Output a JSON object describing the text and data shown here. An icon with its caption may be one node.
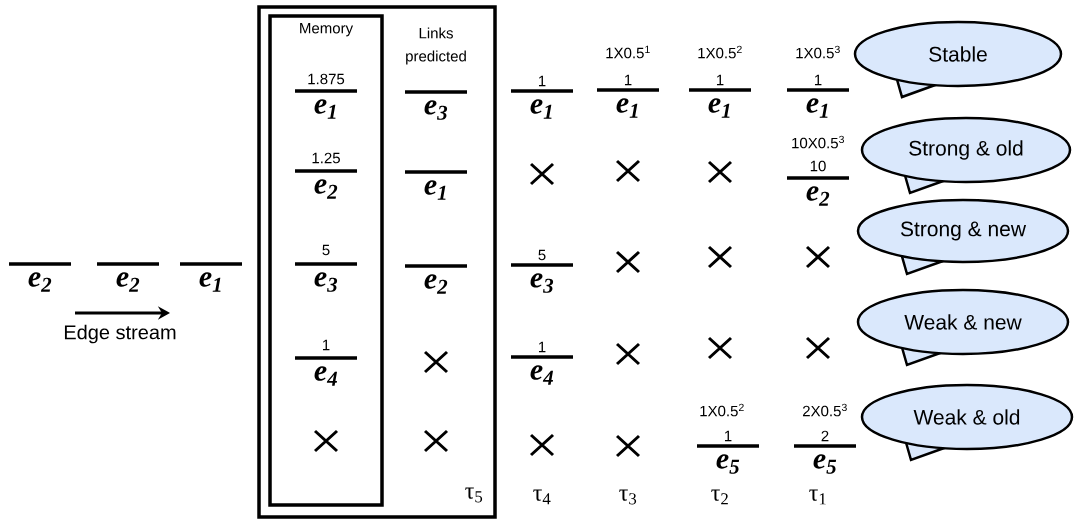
{
  "diagram": {
    "nodes": [
      {
        "text": [],
        "shape": "box"
      },
      {
        "text": [
          "Memory"
        ],
        "in": 0
      },
      {
        "text": [
          "Stable"
        ]
      },
      {
        "text": [
          "Strong & old"
        ]
      },
      {
        "text": [
          "Strong & new"
        ]
      },
      {
        "text": [
          "Weak & new"
        ]
      },
      {
        "text": [
          "Weak & old"
        ]
      }
    ],
    "labels": [
      "Links predicted",
      "1X0.5$^{1}$",
      "1X0.5$^{2}$",
      "1X0.5$^{3}$",
      "1.875",
      "e$_{1}$",
      "e$_{3}$",
      "1",
      "e$_{1}$",
      "1",
      "e$_{1}$",
      "1",
      "e$_{1}$",
      "1",
      "e$_{1}$",
      "10X0.5$^{3}$",
      "1.25",
      "e$_{2}$",
      "e$_{1}$",
      "10",
      "e$_{2}$",
      "e$_{2}$",
      "e$_{2}$",
      "e$_{1}$",
      "5",
      "e$_{3}$",
      "e$_{2}$",
      "5",
      "e$_{3}$",
      "Edge stream",
      "1",
      "e$_{4}$",
      "1",
      "e$_{4}$",
      "1X0.5$^{2}$",
      "2X0.5$^{3}$",
      "1",
      "e$_{5}$",
      "2",
      "e$_{5}$",
      "τ$_{5}$",
      "τ$_{4}$",
      "τ$_{3}$",
      "τ$_{2}$",
      "τ$_{1}$"
    ]
  }
}
